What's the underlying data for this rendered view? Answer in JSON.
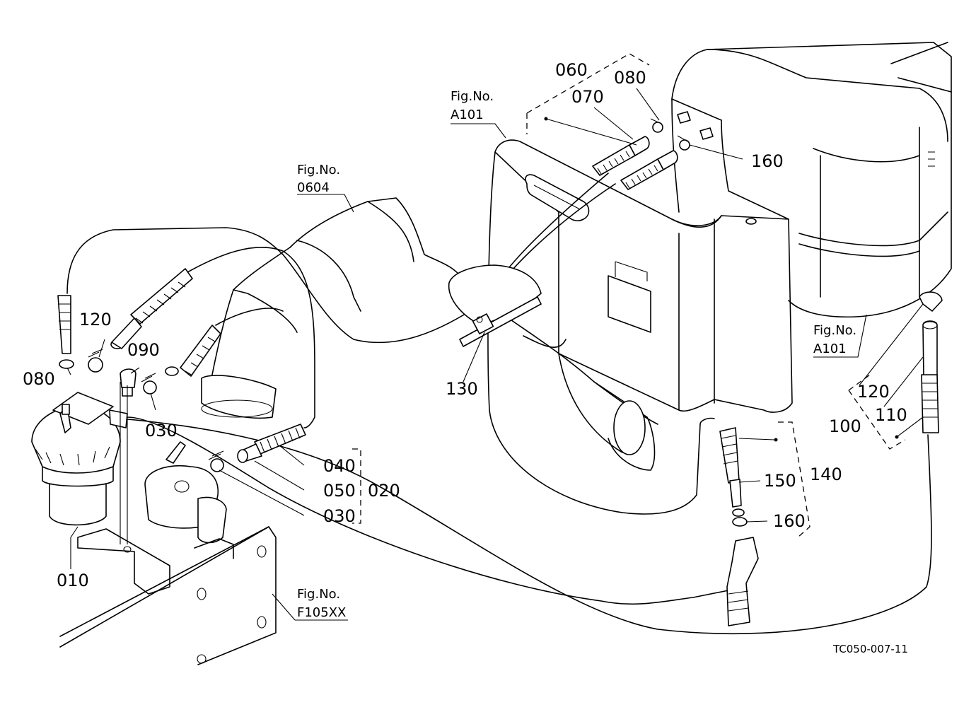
{
  "diagram_code": "TC050-007-11",
  "part_labels": {
    "p010": "010",
    "p020": "020",
    "p030a": "030",
    "p030b": "030",
    "p040": "040",
    "p050": "050",
    "p060": "060",
    "p070": "070",
    "p080a": "080",
    "p080b": "080",
    "p090": "090",
    "p100": "100",
    "p110": "110",
    "p120a": "120",
    "p120b": "120",
    "p130": "130",
    "p140": "140",
    "p150": "150",
    "p160a": "160",
    "p160b": "160"
  },
  "fig_refs": {
    "a101_top": {
      "heading": "Fig.No.",
      "code": "A101"
    },
    "f0604": {
      "heading": "Fig.No.",
      "code": "0604"
    },
    "a101_right": {
      "heading": "Fig.No.",
      "code": "A101"
    },
    "f105xx": {
      "heading": "Fig.No.",
      "code": "F105XX"
    }
  }
}
